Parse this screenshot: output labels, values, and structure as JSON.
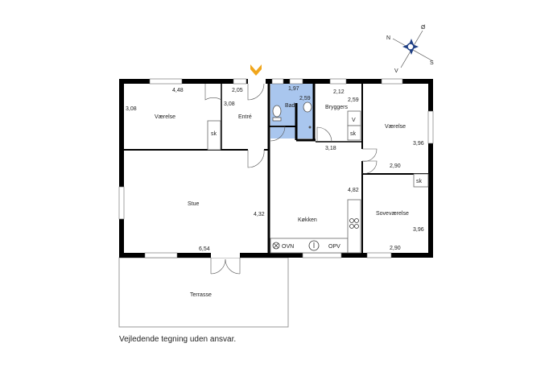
{
  "compass": {
    "n": "N",
    "o": "Ø",
    "s": "S",
    "v": "V"
  },
  "rooms": {
    "vaerelse_left": "Værelse",
    "entre": "Entré",
    "bad": "Bad",
    "bryggers": "Bryggers",
    "vaerelse_right": "Værelse",
    "stue": "Stue",
    "kokken": "Køkken",
    "sovevaerelse": "Soveværelse",
    "terrasse": "Terrasse"
  },
  "fixtures": {
    "sk_left": "sk",
    "v": "V",
    "sk_bryggers": "sk",
    "sk_sove": "sk",
    "ovn": "OVN",
    "opv": "OPV"
  },
  "dimensions": {
    "d448": "4,48",
    "d308_left": "3,08",
    "d205": "2,05",
    "d308_entre": "3,08",
    "d197": "1,97",
    "d259_bad": "2,59",
    "d212": "2,12",
    "d259_bryg": "2,59",
    "d318": "3,18",
    "d396_vaer": "3,96",
    "d290_vaer": "2,90",
    "d482": "4,82",
    "d432": "4,32",
    "d654": "6,54",
    "d396_sove": "3,96",
    "d290_sove": "2,90"
  },
  "colors": {
    "wall": "#000000",
    "bath": "#a9c6ee",
    "entry_arrow": "#f0a61c",
    "compass": "#1f3f85"
  },
  "caption": "Vejledende tegning uden ansvar."
}
